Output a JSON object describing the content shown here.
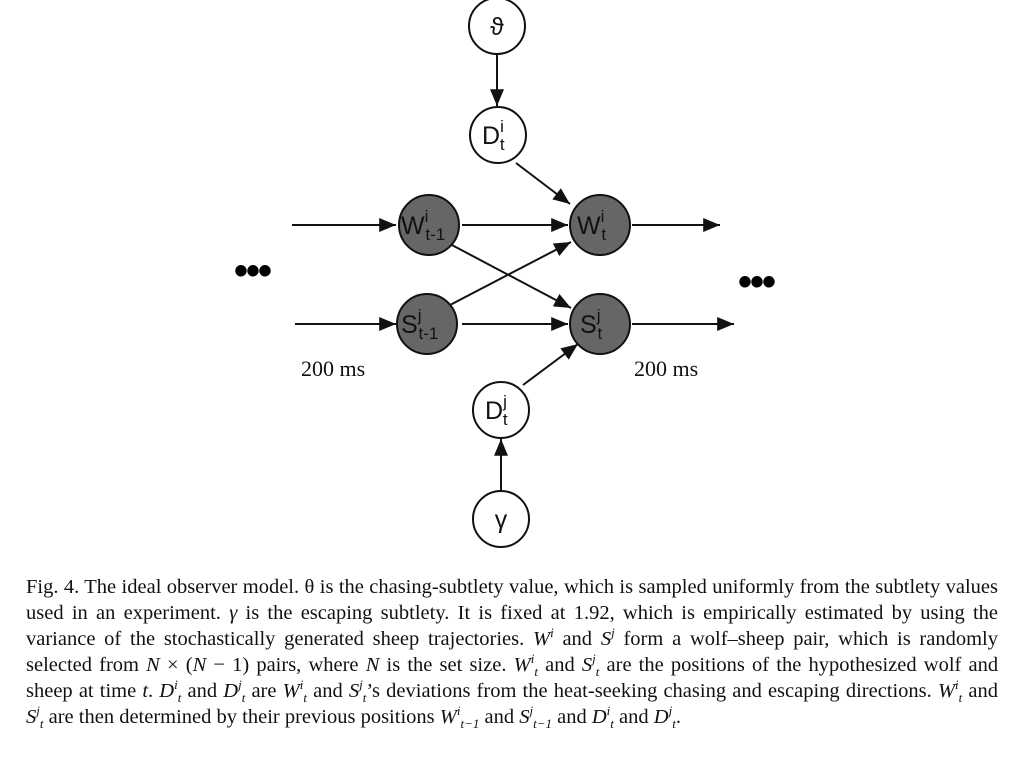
{
  "figure": {
    "nodes": {
      "theta": {
        "label": "ϑ"
      },
      "d_top": {
        "label": "D",
        "sup": "i",
        "sub": "t"
      },
      "w_prev": {
        "label": "W",
        "sup": "i",
        "sub": "t-1"
      },
      "s_prev": {
        "label": "S",
        "sup": "j",
        "sub": "t-1"
      },
      "w_t": {
        "label": "W",
        "sup": "i",
        "sub": "t"
      },
      "s_t": {
        "label": "S",
        "sup": "j",
        "sub": "t"
      },
      "d_bottom": {
        "label": "D",
        "sup": "j",
        "sub": "t"
      },
      "gamma": {
        "label": "γ"
      }
    },
    "time_left": "200 ms",
    "time_right": "200 ms",
    "ellipsis_left": "•••",
    "ellipsis_right": "•••",
    "colors": {
      "hidden_node": "#666666",
      "observed_node": "#ffffff",
      "stroke": "#111111"
    }
  },
  "caption": {
    "label": "Fig. 4.",
    "s1": "The ideal observer model. θ is the chasing-subtlety value, which is sampled uniformly from the subtlety values used in an experiment.",
    "gamma": "γ",
    "s2": "is the escaping subtlety. It is fixed at 1.92, which is empirically estimated by using the variance of the stochastically generated sheep trajectories.",
    "W": "W",
    "S": "S",
    "D": "D",
    "i": "i",
    "j": "j",
    "t": "t",
    "tm1": "t−1",
    "and": "and",
    "s3": "form a wolf–sheep pair, which is randomly selected from",
    "N": "N",
    "times": "×",
    "pairs_open": "(",
    "minus_one": "− 1) pairs, where",
    "is_set_size": "is the set size.",
    "are_positions": "are the positions of the hypothesized wolf and sheep at time",
    "t_end": ".",
    "are": "are",
    "apos": "’s deviations from the heat-seeking chasing and escaping directions.",
    "determined": "are then determined by their previous positions",
    "final": "."
  }
}
